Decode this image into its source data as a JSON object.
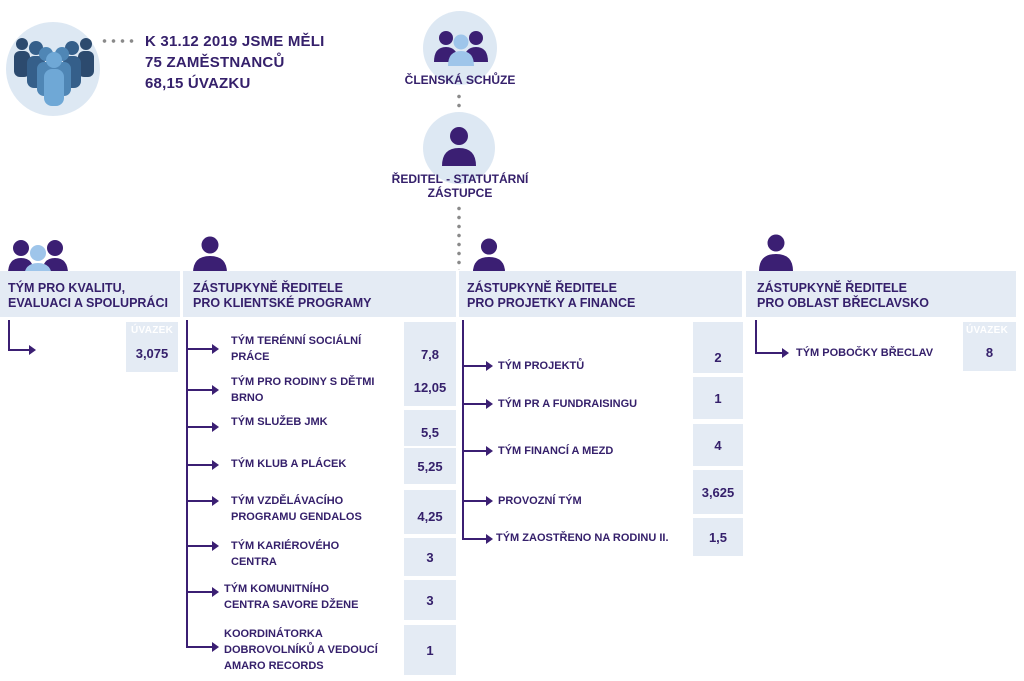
{
  "summary": {
    "line1": "K 31.12 2019 JSME MĚLI",
    "line2": "75 ZAMĚSTNANCŮ",
    "line3": "68,15 ÚVAZKU"
  },
  "top": {
    "assembly": "ČLENSKÁ SCHŮZE",
    "director_line1": "ŘEDITEL - STATUTÁRNÍ",
    "director_line2": "ZÁSTUPCE"
  },
  "uvazek_label": "ÚVAZEK",
  "columns": {
    "quality": {
      "title_line1": "TÝM PRO KVALITU,",
      "title_line2": "EVALUACI A SPOLUPRÁCI",
      "value": "3,075"
    },
    "client": {
      "title_line1": "ZÁSTUPKYNĚ ŘEDITELE",
      "title_line2": "PRO KLIENTSKÉ PROGRAMY",
      "items": [
        {
          "label": "TÝM TERÉNNÍ SOCIÁLNÍ PRÁCE",
          "value": "7,8"
        },
        {
          "label": "TÝM PRO RODINY S DĚTMI BRNO",
          "value": "12,05"
        },
        {
          "label": "TÝM SLUŽEB JMK",
          "value": "5,5"
        },
        {
          "label": "TÝM KLUB A PLÁCEK",
          "value": "5,25"
        },
        {
          "label": "TÝM VZDĚLÁVACÍHO PROGRAMU GENDALOS",
          "value": "4,25"
        },
        {
          "label": "TÝM KARIÉROVÉHO CENTRA",
          "value": "3"
        },
        {
          "label": "TÝM KOMUNITNÍHO CENTRA SAVORE DŽENE",
          "value": "3"
        },
        {
          "label": "KOORDINÁTORKA DOBROVOLNÍKŮ A VEDOUCÍ AMARO RECORDS",
          "value": "1"
        }
      ]
    },
    "projects": {
      "title_line1": "ZÁSTUPKYNĚ ŘEDITELE",
      "title_line2": "PRO PROJETKY A FINANCE",
      "items": [
        {
          "label": "TÝM PROJEKTŮ",
          "value": "2"
        },
        {
          "label": "TÝM PR A FUNDRAISINGU",
          "value": "1"
        },
        {
          "label": "TÝM FINANCÍ A MEZD",
          "value": "4"
        },
        {
          "label": "PROVOZNÍ TÝM",
          "value": "3,625"
        },
        {
          "label": "TÝM ZAOSTŘENO NA RODINU II.",
          "value": "1,5"
        }
      ]
    },
    "breclav": {
      "title_line1": "ZÁSTUPKYNĚ ŘEDITELE",
      "title_line2": "PRO OBLAST BŘECLAVSKO",
      "items": [
        {
          "label": "TÝM POBOČKY BŘECLAV",
          "value": "8"
        }
      ]
    }
  }
}
